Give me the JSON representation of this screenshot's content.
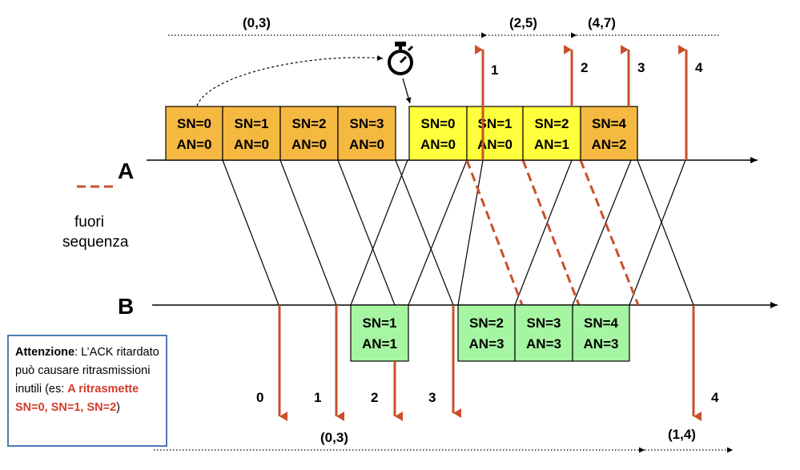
{
  "station_a": "A",
  "station_b": "B",
  "legend": {
    "line1": "fuori",
    "line2": "sequenza",
    "color": "#c9502a"
  },
  "colors": {
    "orange_frame": "#f5b942",
    "yellow_frame": "#ffff3b",
    "green_frame": "#a6f5a2",
    "arrow": "#c9502a",
    "note_border": "#4f7bb5",
    "note_highlight": "#d43b2a"
  },
  "timer_icon": "stopwatch-icon",
  "windows_a": [
    "(0,3)",
    "(2,5)",
    "(4,7)"
  ],
  "windows_b": [
    "(0,3)",
    "(1,4)"
  ],
  "frames_a_orange": [
    {
      "sn": "SN=0",
      "an": "AN=0"
    },
    {
      "sn": "SN=1",
      "an": "AN=0"
    },
    {
      "sn": "SN=2",
      "an": "AN=0"
    },
    {
      "sn": "SN=3",
      "an": "AN=0"
    }
  ],
  "frames_a_yellow": [
    {
      "sn": "SN=0",
      "an": "AN=0"
    },
    {
      "sn": "SN=1",
      "an": "AN=0"
    },
    {
      "sn": "SN=2",
      "an": "AN=1"
    }
  ],
  "frames_a_orange_last": {
    "sn": "SN=4",
    "an": "AN=2"
  },
  "frames_b_green": [
    {
      "sn": "SN=1",
      "an": "AN=1"
    },
    {
      "sn": "SN=2",
      "an": "AN=3"
    },
    {
      "sn": "SN=3",
      "an": "AN=3"
    },
    {
      "sn": "SN=4",
      "an": "AN=3"
    }
  ],
  "delivery_a": [
    "1",
    "2",
    "3",
    "4"
  ],
  "delivery_b": [
    "0",
    "1",
    "2",
    "3",
    "4"
  ],
  "note": {
    "bold": "Attenzione",
    "text": ": L’ACK ritardato può causare ritrasmissioni inutili (es: ",
    "red": "A ritrasmette SN=0, SN=1, SN=2",
    "end": ")"
  }
}
